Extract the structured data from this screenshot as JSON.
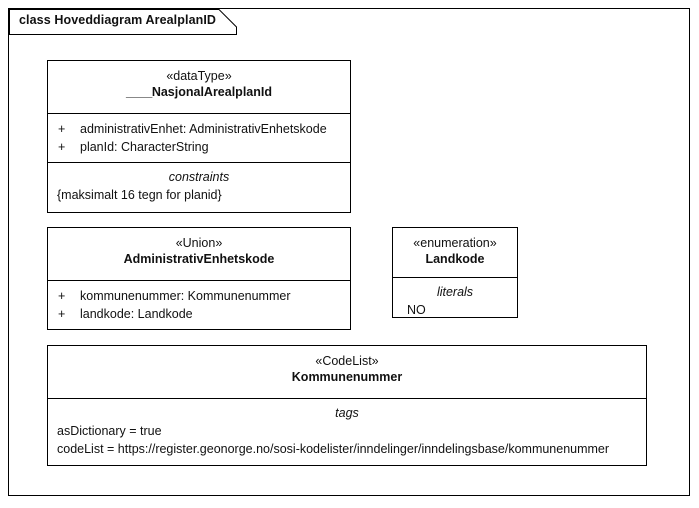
{
  "frame": {
    "label": "class Hoveddiagram ArealplanID"
  },
  "classes": [
    {
      "id": "nasjonalarealplanid",
      "stereotype": "«dataType»",
      "name": "NasjonalArealplanId",
      "attributes": [
        {
          "visibility": "+",
          "text": "administrativEnhet: AdministrativEnhetskode"
        },
        {
          "visibility": "+",
          "text": "planId: CharacterString"
        }
      ],
      "section": {
        "title": "constraints",
        "lines": [
          "{maksimalt 16 tegn for planid}"
        ]
      }
    },
    {
      "id": "administrativenhetskode",
      "stereotype": "«Union»",
      "name": "AdministrativEnhetskode",
      "attributes": [
        {
          "visibility": "+",
          "text": "kommunenummer: Kommunenummer"
        },
        {
          "visibility": "+",
          "text": "landkode: Landkode"
        }
      ]
    },
    {
      "id": "landkode",
      "stereotype": "«enumeration»",
      "name": "Landkode",
      "section": {
        "title": "literals",
        "lines": [
          "NO"
        ]
      }
    },
    {
      "id": "kommunenummer",
      "stereotype": "«CodeList»",
      "name": "Kommunenummer",
      "section": {
        "title": "tags",
        "lines": [
          "asDictionary = true",
          "codeList = https://register.geonorge.no/sosi-kodelister/inndelinger/inndelingsbase/kommunenummer"
        ]
      }
    }
  ],
  "colors": {
    "border": "#000000",
    "background": "#ffffff",
    "text": "#111111"
  }
}
